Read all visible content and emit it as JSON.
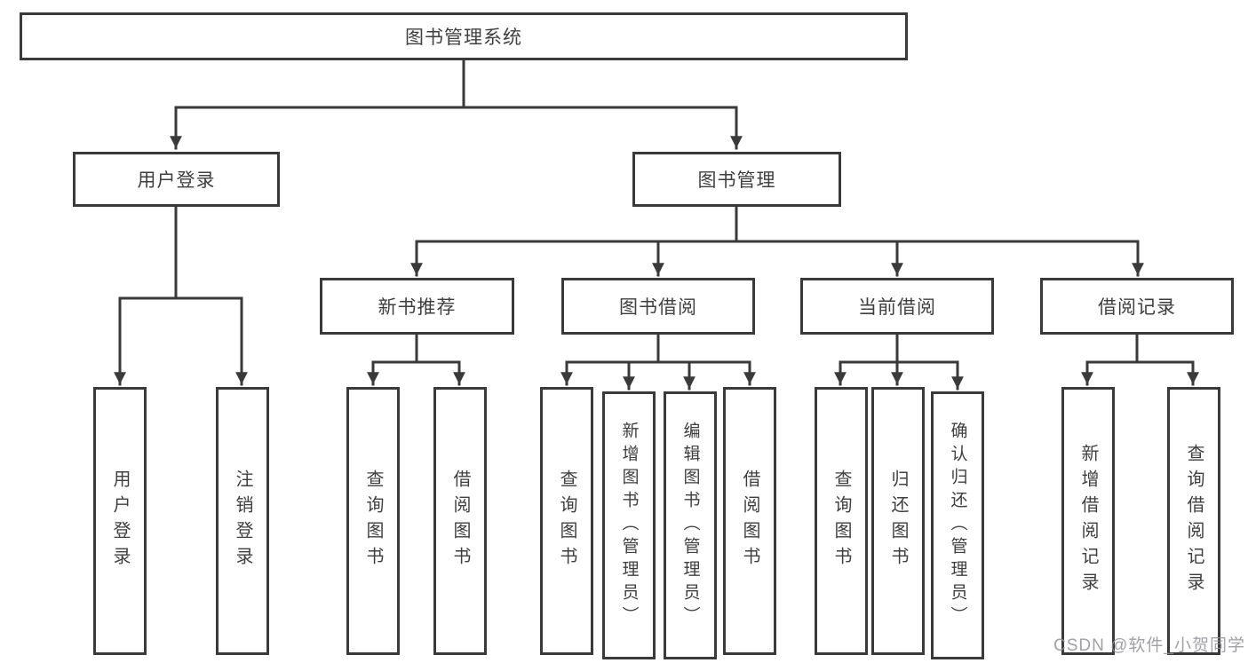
{
  "diagram": {
    "type": "hierarchy-tree",
    "root": {
      "label": "图书管理系统"
    },
    "branches": [
      {
        "label": "用户登录",
        "children": [
          {
            "label": "用户登录"
          },
          {
            "label": "注销登录"
          }
        ]
      },
      {
        "label": "图书管理",
        "children": [
          {
            "label": "新书推荐",
            "children": [
              {
                "label": "查询图书"
              },
              {
                "label": "借阅图书"
              }
            ]
          },
          {
            "label": "图书借阅",
            "children": [
              {
                "label": "查询图书"
              },
              {
                "label": "新增图书（管理员）"
              },
              {
                "label": "编辑图书（管理员）"
              },
              {
                "label": "借阅图书"
              }
            ]
          },
          {
            "label": "当前借阅",
            "children": [
              {
                "label": "查询图书"
              },
              {
                "label": "归还图书"
              },
              {
                "label": "确认归还（管理员）"
              }
            ]
          },
          {
            "label": "借阅记录",
            "children": [
              {
                "label": "新增借阅记录"
              },
              {
                "label": "查询借阅记录"
              }
            ]
          }
        ]
      }
    ]
  },
  "watermark": "CSDN @软件_小贺同学",
  "colors": {
    "line": "#3a3a3a",
    "text": "#3f3f3f",
    "box_background": "#ffffff",
    "watermark": "#919196"
  }
}
